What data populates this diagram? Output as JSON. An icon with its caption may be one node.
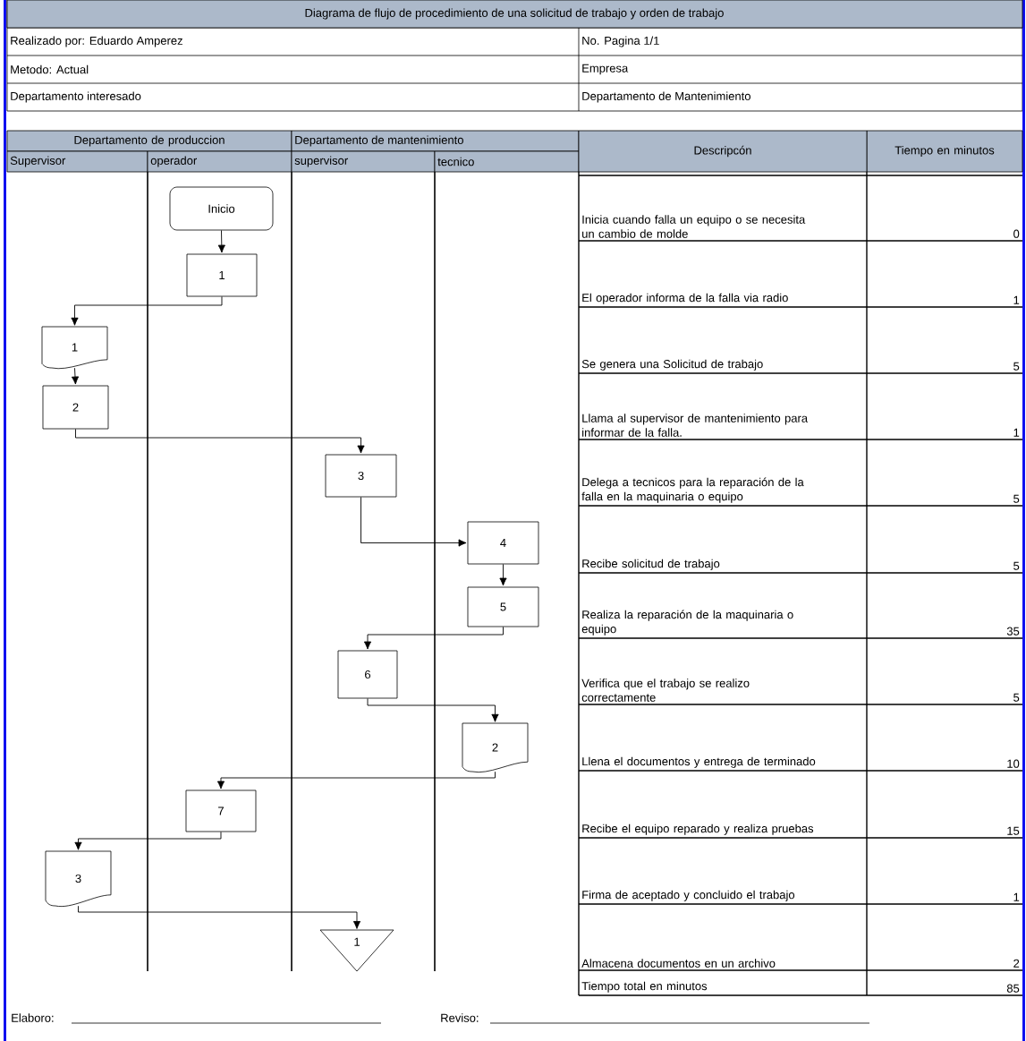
{
  "diagram": {
    "title": "Diagrama de flujo de procedimiento de una solicitud de trabajo y orden de trabajo",
    "nodes": [
      {
        "text": [
          "Inicio"
        ]
      },
      {
        "text": [
          "1"
        ]
      },
      {
        "text": [
          "1"
        ]
      },
      {
        "text": [
          "2"
        ]
      },
      {
        "text": [
          "3"
        ]
      },
      {
        "text": [
          "4"
        ]
      },
      {
        "text": [
          "5"
        ]
      },
      {
        "text": [
          "6"
        ]
      },
      {
        "text": [
          "2"
        ]
      },
      {
        "text": [
          "7"
        ]
      },
      {
        "text": [
          "3"
        ]
      },
      {
        "text": [
          "1"
        ]
      }
    ],
    "edges": [
      {
        "from": 0,
        "to": 1,
        "arrow": "to"
      },
      {
        "from": 1,
        "to": 2,
        "arrow": "to"
      },
      {
        "from": 2,
        "to": 3,
        "arrow": "to"
      },
      {
        "from": 3,
        "to": 4,
        "arrow": "to"
      },
      {
        "from": 4,
        "to": 5,
        "arrow": "to"
      },
      {
        "from": 5,
        "to": 6,
        "arrow": "to"
      },
      {
        "from": 6,
        "to": 7,
        "arrow": "to"
      },
      {
        "from": 7,
        "to": 8,
        "arrow": "to"
      },
      {
        "from": 8,
        "to": 9,
        "arrow": "to"
      },
      {
        "from": 9,
        "to": 10,
        "arrow": "to"
      },
      {
        "from": 10,
        "to": 11,
        "arrow": "to"
      }
    ],
    "labels": [
      "Realizado por: Eduardo Amperez",
      "No. Pagina 1/1",
      "Metodo: Actual",
      "Empresa",
      "Departamento interesado",
      "Departamento de Mantenimiento",
      "Departamento de produccion",
      "Departamento de mantenimiento",
      "Tiempo en minutos",
      "Supervisor",
      "operador",
      "supervisor",
      "tecnico",
      "Descripcón",
      "Inicia cuando falla un equipo o se necesita un cambio de molde",
      "0",
      "El operador informa de la falla via radio",
      "1",
      "Se genera una Solicitud de trabajo",
      "5",
      "Llama al supervisor de mantenimiento para informar de la falla.",
      "1",
      "Delega a tecnicos para la reparación de la falla en la maquinaria o equipo",
      "5",
      "Recibe solicitud de trabajo",
      "5",
      "Realiza la reparación de la maquinaria o equipo",
      "35",
      "Verifica que el trabajo se realizo correctamente",
      "5",
      "Llena el documentos y entrega de terminado",
      "10",
      "Recibe el equipo reparado y realiza pruebas",
      "15",
      "Firma de aceptado y concluido el trabajo",
      "1",
      "Almacena documentos en un archivo",
      "2",
      "Tiempo total en minutos",
      "85",
      "Elaboro:",
      "Reviso:"
    ]
  }
}
